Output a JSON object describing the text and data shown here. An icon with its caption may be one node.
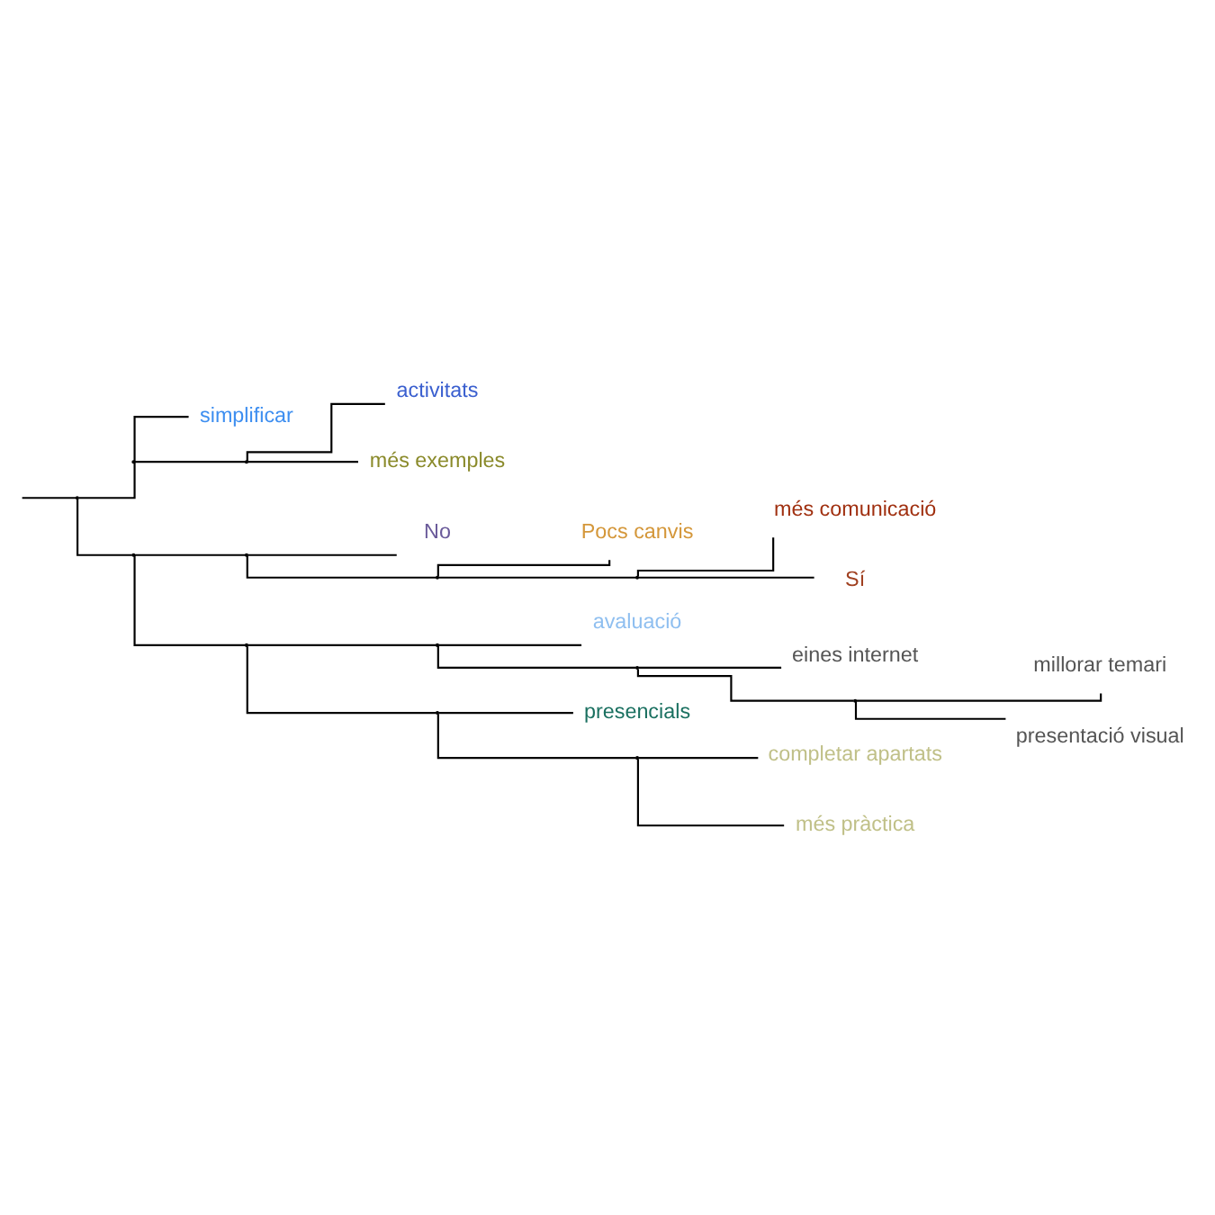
{
  "diagram": {
    "nodes": [
      {
        "text": [],
        "shape": "point"
      },
      {
        "text": [],
        "shape": "point"
      },
      {
        "text": [
          "simplificar"
        ]
      },
      {
        "text": [],
        "shape": "point"
      },
      {
        "text": [
          "activitats"
        ]
      },
      {
        "text": [
          "més exemples"
        ]
      },
      {
        "text": [],
        "shape": "point"
      },
      {
        "text": [],
        "shape": "point"
      },
      {
        "text": [
          "No"
        ]
      },
      {
        "text": [],
        "shape": "point"
      },
      {
        "text": [
          "Pocs canvis"
        ]
      },
      {
        "text": [],
        "shape": "point"
      },
      {
        "text": [
          "més comunicació"
        ]
      },
      {
        "text": [
          "Sí"
        ]
      },
      {
        "text": [],
        "shape": "point"
      },
      {
        "text": [],
        "shape": "point"
      },
      {
        "text": [
          "avaluació"
        ]
      },
      {
        "text": [],
        "shape": "point"
      },
      {
        "text": [
          "eines internet"
        ]
      },
      {
        "text": [],
        "shape": "point"
      },
      {
        "text": [
          "millorar temari"
        ]
      },
      {
        "text": [
          "presentació visual"
        ]
      },
      {
        "text": [],
        "shape": "point"
      },
      {
        "text": [
          "presencials"
        ]
      },
      {
        "text": [],
        "shape": "point"
      },
      {
        "text": [
          "completar apartats"
        ]
      },
      {
        "text": [
          "més pràctica"
        ]
      }
    ],
    "edges": [
      {
        "from": null,
        "to": 0,
        "arrow": "none"
      },
      {
        "from": 0,
        "to": 1,
        "arrow": "none"
      },
      {
        "from": 1,
        "to": 2,
        "arrow": "none"
      },
      {
        "from": 1,
        "to": 3,
        "arrow": "none"
      },
      {
        "from": 3,
        "to": 4,
        "arrow": "none"
      },
      {
        "from": 3,
        "to": 5,
        "arrow": "none"
      },
      {
        "from": 0,
        "to": 6,
        "arrow": "none"
      },
      {
        "from": 6,
        "to": 7,
        "arrow": "none"
      },
      {
        "from": 7,
        "to": 8,
        "arrow": "none"
      },
      {
        "from": 7,
        "to": 9,
        "arrow": "none"
      },
      {
        "from": 9,
        "to": 10,
        "arrow": "none"
      },
      {
        "from": 9,
        "to": 11,
        "arrow": "none"
      },
      {
        "from": 11,
        "to": 12,
        "arrow": "none"
      },
      {
        "from": 11,
        "to": 13,
        "arrow": "none"
      },
      {
        "from": 6,
        "to": 14,
        "arrow": "none"
      },
      {
        "from": 14,
        "to": 15,
        "arrow": "none"
      },
      {
        "from": 15,
        "to": 16,
        "arrow": "none"
      },
      {
        "from": 15,
        "to": 17,
        "arrow": "none"
      },
      {
        "from": 17,
        "to": 18,
        "arrow": "none"
      },
      {
        "from": 17,
        "to": 19,
        "arrow": "none"
      },
      {
        "from": 19,
        "to": 20,
        "arrow": "none"
      },
      {
        "from": 19,
        "to": 21,
        "arrow": "none"
      },
      {
        "from": 14,
        "to": 22,
        "arrow": "none"
      },
      {
        "from": 22,
        "to": 23,
        "arrow": "none"
      },
      {
        "from": 22,
        "to": 24,
        "arrow": "none"
      },
      {
        "from": 24,
        "to": 25,
        "arrow": "none"
      },
      {
        "from": 24,
        "to": 26,
        "arrow": "none"
      }
    ]
  }
}
